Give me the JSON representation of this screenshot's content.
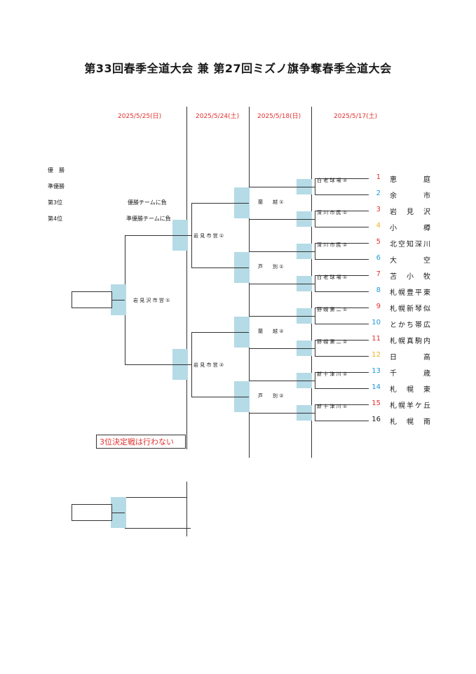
{
  "title": "第33回春季全道大会 兼 第27回ミズノ旗争奪春季全道大会",
  "dates": [
    "2025/5/25(日)",
    "2025/5/24(土)",
    "2025/5/18(日)",
    "2025/5/17(土)"
  ],
  "ranks": [
    {
      "label": "優　勝",
      "desc": ""
    },
    {
      "label": "準優勝",
      "desc": ""
    },
    {
      "label": "第3位",
      "desc": "優勝チームに負"
    },
    {
      "label": "第4位",
      "desc": "準優勝チームに負"
    }
  ],
  "teams": [
    {
      "num": "1",
      "name": "恵庭",
      "color": "#e0312e"
    },
    {
      "num": "2",
      "name": "余市",
      "color": "#1e9ad6"
    },
    {
      "num": "3",
      "name": "岩見沢",
      "color": "#e0312e"
    },
    {
      "num": "4",
      "name": "小樽",
      "color": "#f0b020"
    },
    {
      "num": "5",
      "name": "北空知深川",
      "color": "#e0312e"
    },
    {
      "num": "6",
      "name": "大空",
      "color": "#1e9ad6"
    },
    {
      "num": "7",
      "name": "苫小牧",
      "color": "#e0312e"
    },
    {
      "num": "8",
      "name": "札幌豊平東",
      "color": "#1e9ad6"
    },
    {
      "num": "9",
      "name": "札幌新琴似",
      "color": "#e0312e"
    },
    {
      "num": "10",
      "name": "とかち帯広",
      "color": "#1e9ad6"
    },
    {
      "num": "11",
      "name": "札幌真駒内",
      "color": "#e0312e"
    },
    {
      "num": "12",
      "name": "日高",
      "color": "#f0b020"
    },
    {
      "num": "13",
      "name": "千歳",
      "color": "#1e9ad6"
    },
    {
      "num": "14",
      "name": "札幌東",
      "color": "#1e9ad6"
    },
    {
      "num": "15",
      "name": "札幌羊ケ丘",
      "color": "#e0312e"
    },
    {
      "num": "16",
      "name": "札幌南",
      "color": "#1a1a1a"
    }
  ],
  "r1_venues": [
    "白 老 球 場 ②",
    "深 川 市 民 ①",
    "深 川 市 民 ②",
    "白 老 球 場 ①",
    "野 幌 第 二 ①",
    "野 幌 第 二 ②",
    "新 十 津 川 ②",
    "新 十 津 川 ①"
  ],
  "r2_venues": [
    "蘭　　越 ①",
    "芦　　別 ①",
    "蘭　　越 ②",
    "芦　　別 ②"
  ],
  "r3_venues": [
    "岩 見 市 営 ①",
    "岩 見 市 営 ②"
  ],
  "final_venue": "岩 見 沢 市 営 ①",
  "note": "3位決定戦は行わない"
}
